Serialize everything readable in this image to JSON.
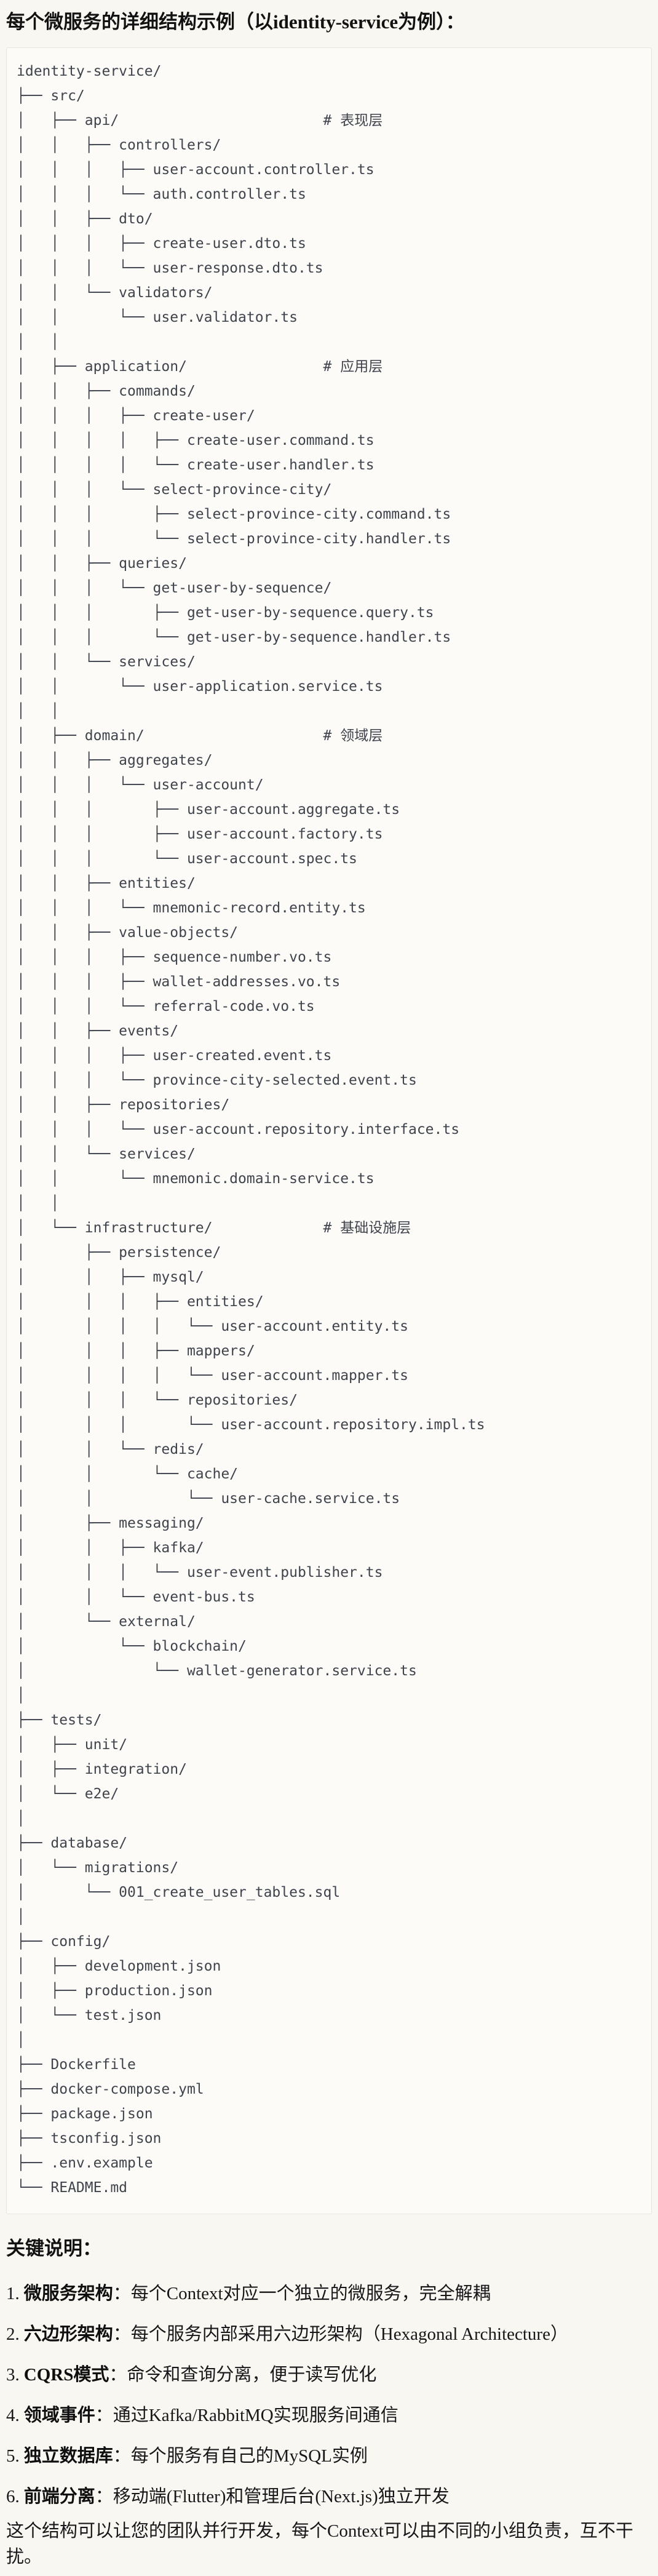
{
  "page": {
    "title": "每个微服务的详细结构示例（以identity-service为例）：",
    "tree": {
      "lines": [
        "identity-service/",
        "├── src/",
        "│   ├── api/                        # 表现层",
        "│   │   ├── controllers/",
        "│   │   │   ├── user-account.controller.ts",
        "│   │   │   └── auth.controller.ts",
        "│   │   ├── dto/",
        "│   │   │   ├── create-user.dto.ts",
        "│   │   │   └── user-response.dto.ts",
        "│   │   └── validators/",
        "│   │       └── user.validator.ts",
        "│   │",
        "│   ├── application/                # 应用层",
        "│   │   ├── commands/",
        "│   │   │   ├── create-user/",
        "│   │   │   │   ├── create-user.command.ts",
        "│   │   │   │   └── create-user.handler.ts",
        "│   │   │   └── select-province-city/",
        "│   │   │       ├── select-province-city.command.ts",
        "│   │   │       └── select-province-city.handler.ts",
        "│   │   ├── queries/",
        "│   │   │   └── get-user-by-sequence/",
        "│   │   │       ├── get-user-by-sequence.query.ts",
        "│   │   │       └── get-user-by-sequence.handler.ts",
        "│   │   └── services/",
        "│   │       └── user-application.service.ts",
        "│   │",
        "│   ├── domain/                     # 领域层",
        "│   │   ├── aggregates/",
        "│   │   │   └── user-account/",
        "│   │   │       ├── user-account.aggregate.ts",
        "│   │   │       ├── user-account.factory.ts",
        "│   │   │       └── user-account.spec.ts",
        "│   │   ├── entities/",
        "│   │   │   └── mnemonic-record.entity.ts",
        "│   │   ├── value-objects/",
        "│   │   │   ├── sequence-number.vo.ts",
        "│   │   │   ├── wallet-addresses.vo.ts",
        "│   │   │   └── referral-code.vo.ts",
        "│   │   ├── events/",
        "│   │   │   ├── user-created.event.ts",
        "│   │   │   └── province-city-selected.event.ts",
        "│   │   ├── repositories/",
        "│   │   │   └── user-account.repository.interface.ts",
        "│   │   └── services/",
        "│   │       └── mnemonic.domain-service.ts",
        "│   │",
        "│   └── infrastructure/             # 基础设施层",
        "│       ├── persistence/",
        "│       │   ├── mysql/",
        "│       │   │   ├── entities/",
        "│       │   │   │   └── user-account.entity.ts",
        "│       │   │   ├── mappers/",
        "│       │   │   │   └── user-account.mapper.ts",
        "│       │   │   └── repositories/",
        "│       │   │       └── user-account.repository.impl.ts",
        "│       │   └── redis/",
        "│       │       └── cache/",
        "│       │           └── user-cache.service.ts",
        "│       ├── messaging/",
        "│       │   ├── kafka/",
        "│       │   │   └── user-event.publisher.ts",
        "│       │   └── event-bus.ts",
        "│       └── external/",
        "│           └── blockchain/",
        "│               └── wallet-generator.service.ts",
        "│",
        "├── tests/",
        "│   ├── unit/",
        "│   ├── integration/",
        "│   └── e2e/",
        "│",
        "├── database/",
        "│   └── migrations/",
        "│       └── 001_create_user_tables.sql",
        "│",
        "├── config/",
        "│   ├── development.json",
        "│   ├── production.json",
        "│   └── test.json",
        "│",
        "├── Dockerfile",
        "├── docker-compose.yml",
        "├── package.json",
        "├── tsconfig.json",
        "├── .env.example",
        "└── README.md"
      ]
    },
    "notes": {
      "heading": "关键说明：",
      "items": [
        {
          "num": "1.",
          "term": "微服务架构",
          "colon": "：",
          "desc": "每个Context对应一个独立的微服务，完全解耦"
        },
        {
          "num": "2.",
          "term": "六边形架构",
          "colon": "：",
          "desc": "每个服务内部采用六边形架构（Hexagonal Architecture）"
        },
        {
          "num": "3.",
          "term": "CQRS模式",
          "colon": "：",
          "desc": "命令和查询分离，便于读写优化"
        },
        {
          "num": "4.",
          "term": "领域事件",
          "colon": "：",
          "desc": "通过Kafka/RabbitMQ实现服务间通信"
        },
        {
          "num": "5.",
          "term": "独立数据库",
          "colon": "：",
          "desc": "每个服务有自己的MySQL实例"
        },
        {
          "num": "6.",
          "term": "前端分离",
          "colon": "：",
          "desc": "移动端(Flutter)和管理后台(Next.js)独立开发"
        }
      ],
      "footer": "这个结构可以让您的团队并行开发，每个Context可以由不同的小组负责，互不干扰。"
    },
    "colors": {
      "page_bg": "#f9f7f1",
      "code_bg": "#fcfbf7",
      "code_border": "#e6e5de",
      "tree_text": "#3f434c"
    }
  }
}
